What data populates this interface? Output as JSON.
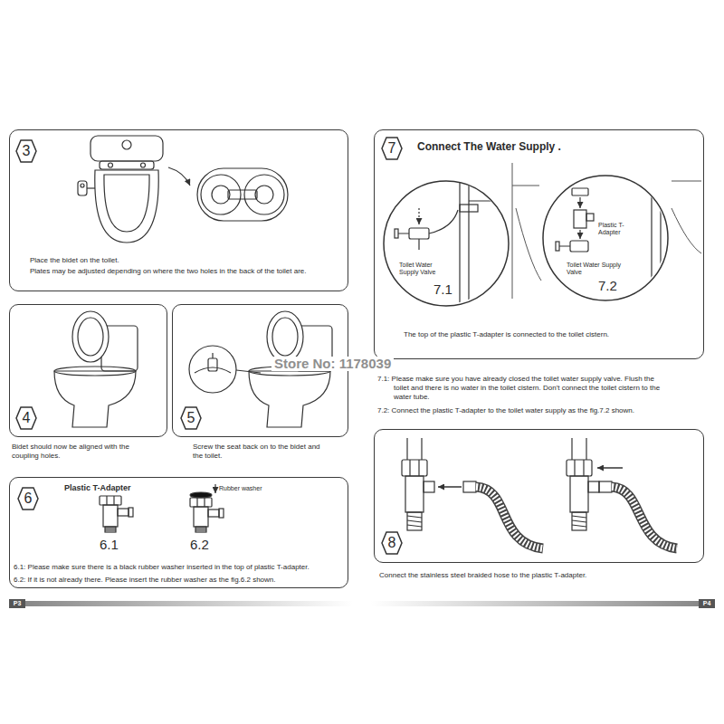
{
  "diagram": {
    "nodes": [
      {
        "text": [
          "Place the bidet on the toilet.",
          "Plates may be adjusted depending on where the two holes in the back of the toilet are."
        ]
      },
      {
        "text": [
          "3"
        ],
        "in": 0
      },
      {
        "text": [
          "Bidet should now be aligned with the coupling holes."
        ]
      },
      {
        "text": [
          "4"
        ],
        "in": 2
      },
      {
        "text": [
          "Screw the seat back on to the bidet and the toilet."
        ]
      },
      {
        "text": [
          "5"
        ],
        "in": 4
      },
      {
        "text": [
          "Plastic T-Adapter",
          "6.1: Please make sure there is a black rubber washer inserted in the top of plastic T-adapter.",
          "6.2: If it is not already there. Please insert the rubber washer as the fig.6.2 shown."
        ]
      },
      {
        "text": [
          "6"
        ],
        "in": 6
      },
      {
        "text": [
          "Connect The Water Supply .",
          "The top of the plastic T-adapter is connected to the toilet cistern."
        ]
      },
      {
        "text": [
          "7"
        ],
        "in": 8
      },
      {
        "text": [
          "Toilet Water Supply Valve",
          "7.1"
        ],
        "in": 8
      },
      {
        "text": [
          "Plastic T-Adapter",
          "Toilet Water Supply Valve",
          "7.2"
        ],
        "in": 8
      },
      {
        "text": [
          "Connect the stainless steel braided hose to the plastic T-adapter."
        ]
      },
      {
        "text": [
          "8"
        ],
        "in": 12
      }
    ],
    "labels": [
      "Rubber washer",
      "6.1",
      "6.2",
      "Store No: 1178039",
      "7.1: Please make sure you have already closed the toilet water supply valve. Flush the toilet and there is no water in the toilet cistern. Don't connect the toilet cistern to the water tube.",
      "7.2: Connect the plastic T-adapter to the toilet water supply as the fig.7.2 shown.",
      "P3",
      "P4"
    ]
  }
}
